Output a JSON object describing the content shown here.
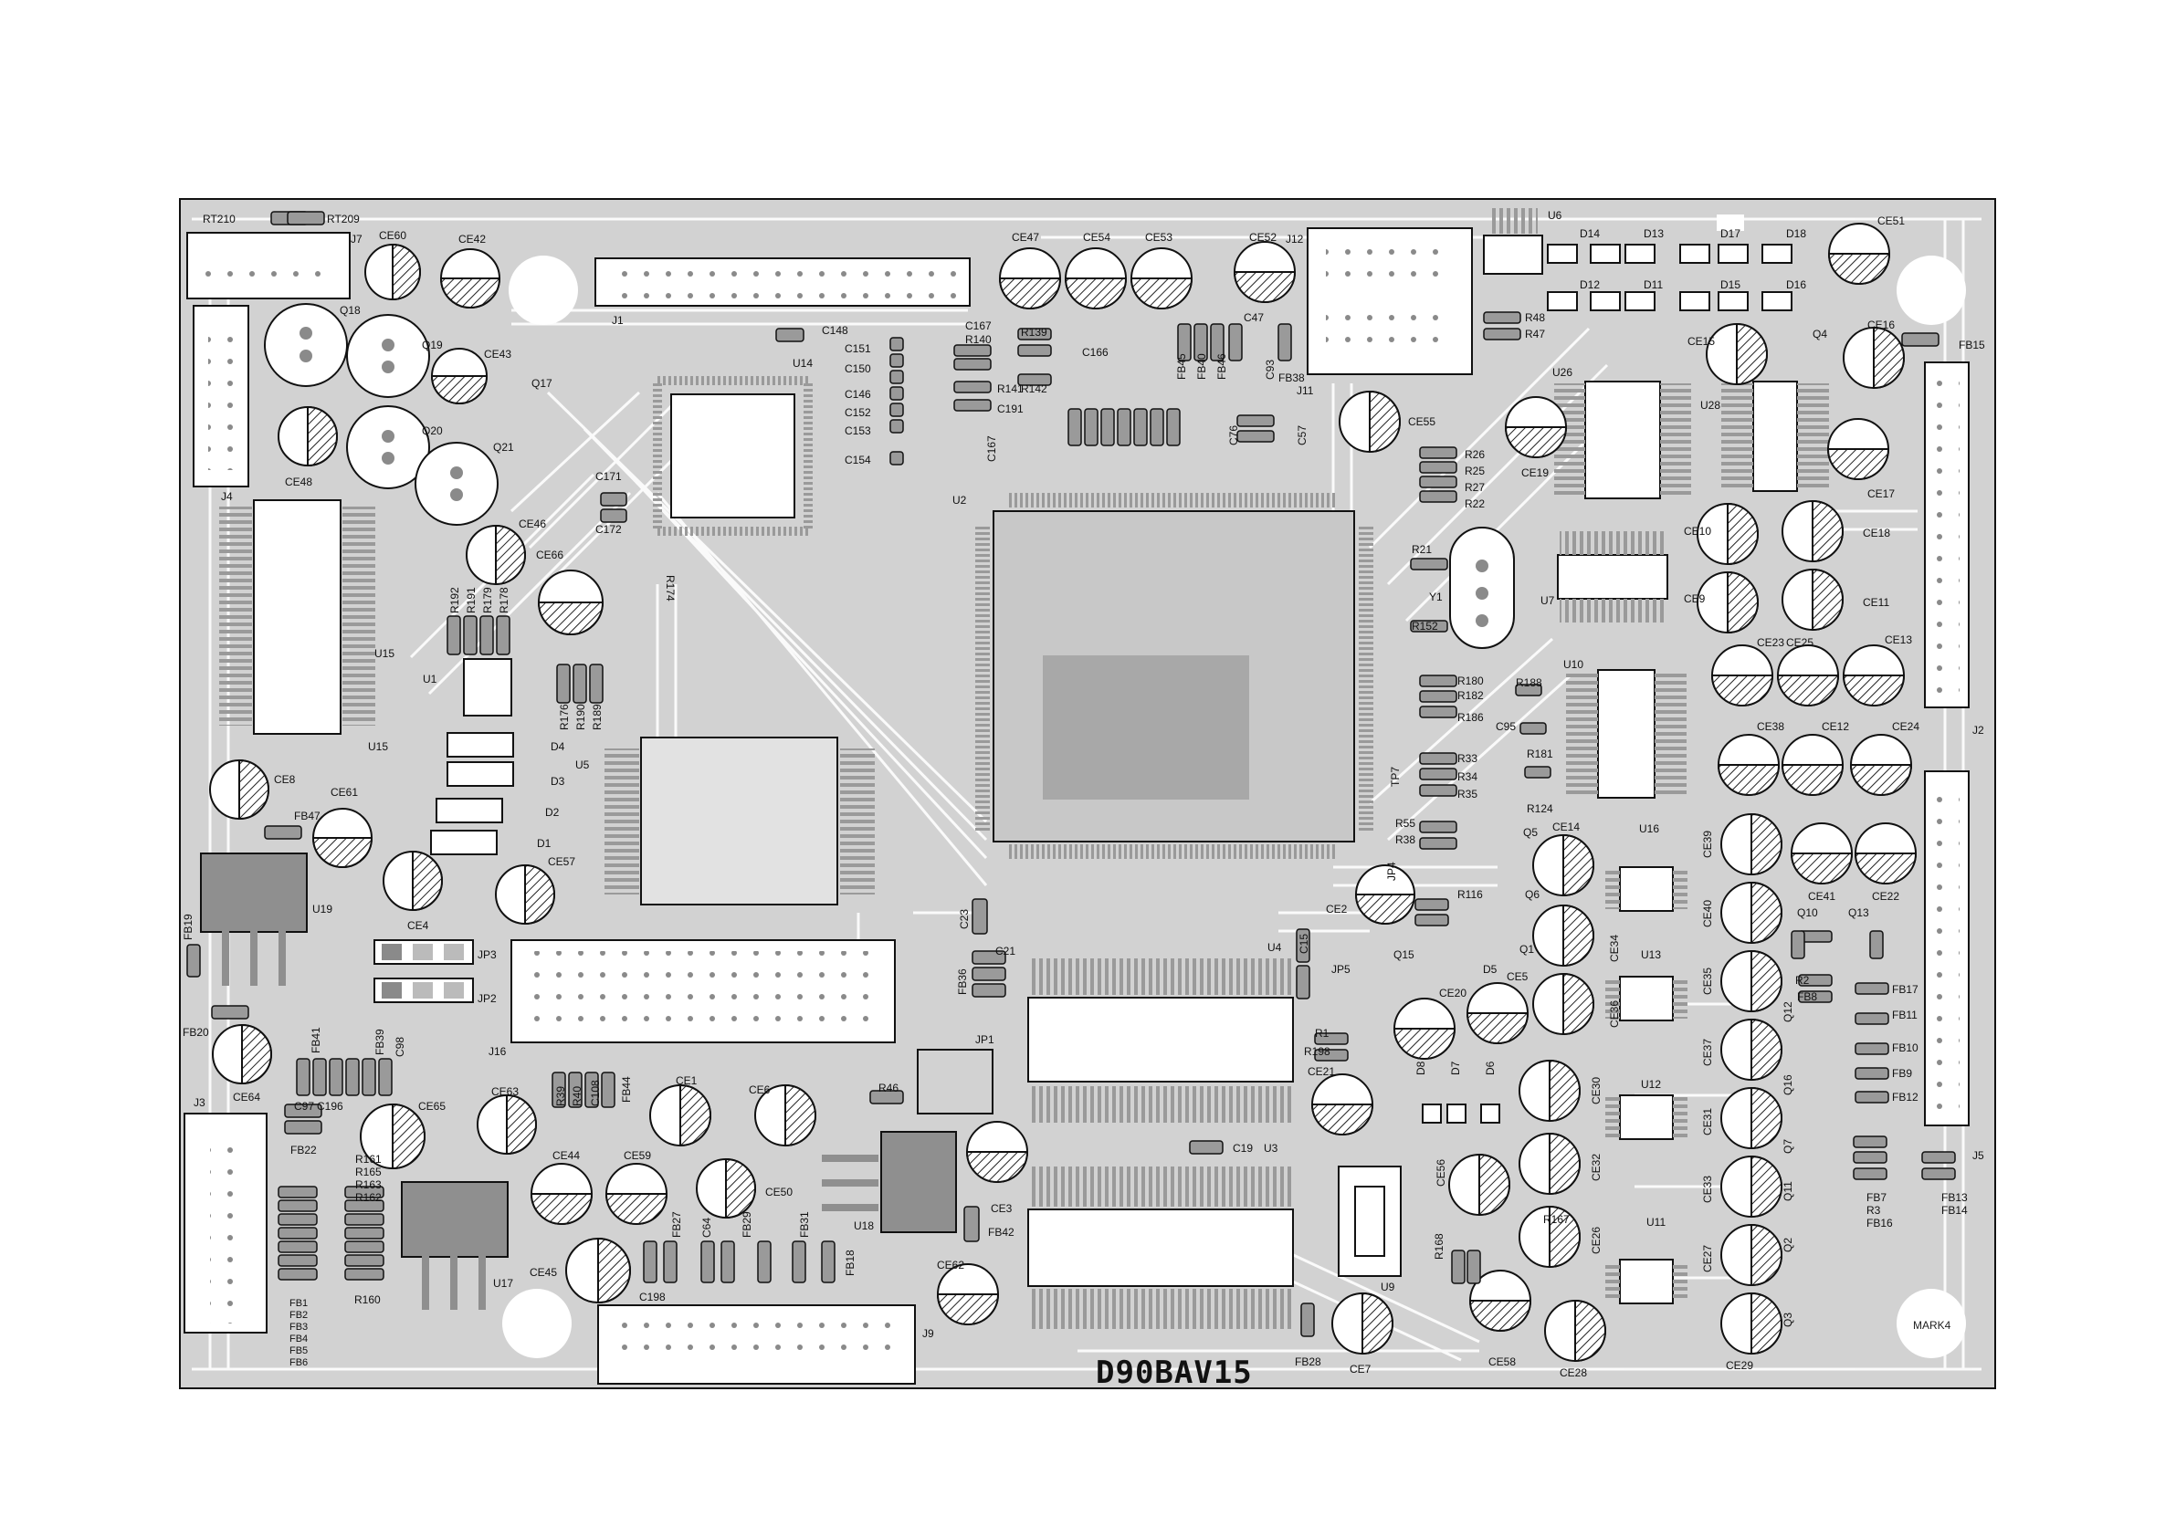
{
  "board": {
    "title": "D90BAV15",
    "marks": [
      "MARK4"
    ],
    "colors": {
      "board": "#d2d2d2",
      "trace": "#ffffff",
      "pad": "#9a9a9a",
      "silk": "#111111",
      "ic": "#8f8f8f"
    }
  },
  "labels": {
    "rt210": "RT210",
    "rt209": "RT209",
    "j7": "J7",
    "j4": "J4",
    "j3": "J3",
    "j1": "J1",
    "j9": "J9",
    "j12": "J12",
    "j11": "J11",
    "j2": "J2",
    "j5": "J5",
    "j16": "J16",
    "ce60": "CE60",
    "ce42": "CE42",
    "ce43": "CE43",
    "ce48": "CE48",
    "ce46": "CE46",
    "ce66": "CE66",
    "ce8": "CE8",
    "ce61": "CE61",
    "ce4": "CE4",
    "ce57": "CE57",
    "ce64": "CE64",
    "ce65": "CE65",
    "ce63": "CE63",
    "ce44": "CE44",
    "ce59": "CE59",
    "ce45": "CE45",
    "ce1": "CE1",
    "ce6": "CE6",
    "ce50": "CE50",
    "ce3": "CE3",
    "ce62": "CE62",
    "ce47": "CE47",
    "ce54": "CE54",
    "ce53": "CE53",
    "ce52": "CE52",
    "ce55": "CE55",
    "ce51": "CE51",
    "ce15": "CE15",
    "ce16": "CE16",
    "ce17": "CE17",
    "ce19": "CE19",
    "ce10": "CE10",
    "ce9": "CE9",
    "ce18": "CE18",
    "ce11": "CE11",
    "ce23": "CE23",
    "ce25": "CE25",
    "ce13": "CE13",
    "ce38": "CE38",
    "ce12": "CE12",
    "ce24": "CE24",
    "ce41": "CE41",
    "ce22": "CE22",
    "ce39": "CE39",
    "ce40": "CE40",
    "ce35": "CE35",
    "ce37": "CE37",
    "ce31": "CE31",
    "ce33": "CE33",
    "ce27": "CE27",
    "ce29": "CE29",
    "ce14": "CE14",
    "ce2": "CE2",
    "ce20": "CE20",
    "ce5": "CE5",
    "ce34": "CE34",
    "ce36": "CE36",
    "ce30": "CE30",
    "ce32": "CE32",
    "ce26": "CE26",
    "ce28": "CE28",
    "ce58": "CE58",
    "ce56": "CE56",
    "ce21": "CE21",
    "ce7": "CE7",
    "q18": "Q18",
    "q19": "Q19",
    "q20": "Q20",
    "q21": "Q21",
    "q17": "Q17",
    "q4": "Q4",
    "q5": "Q5",
    "q6": "Q6",
    "q1": "Q1",
    "q15": "Q15",
    "q10": "Q10",
    "q13": "Q13",
    "q12": "Q12",
    "q16": "Q16",
    "q7": "Q7",
    "q11": "Q11",
    "q2": "Q2",
    "q3": "Q3",
    "u14": "U14",
    "u2": "U2",
    "u1": "U1",
    "u15": "U15",
    "u5": "U5",
    "u19": "U19",
    "u17": "U17",
    "u18": "U18",
    "u4": "U4",
    "u3": "U3",
    "u6": "U6",
    "u26": "U26",
    "u28": "U28",
    "u7": "U7",
    "u10": "U10",
    "u16": "U16",
    "u13": "U13",
    "u12": "U12",
    "u11": "U11",
    "u9": "U9",
    "d14": "D14",
    "d13": "D13",
    "d17": "D17",
    "d18": "D18",
    "d12": "D12",
    "d11": "D11",
    "d15": "D15",
    "d16": "D16",
    "d4": "D4",
    "d3": "D3",
    "d2": "D2",
    "d1": "D1",
    "d5": "D5",
    "d8": "D8",
    "d7": "D7",
    "d6": "D6",
    "c148": "C148",
    "c151": "C151",
    "c150": "C150",
    "c146": "C146",
    "c152": "C152",
    "c153": "C153",
    "c154": "C154",
    "c171": "C171",
    "c172": "C172",
    "c167": "C167",
    "r140": "R140",
    "r139": "R139",
    "c166": "C166",
    "r141": "R141",
    "r142": "R142",
    "c191": "C191",
    "c47": "C47",
    "fb38": "FB38",
    "fb45": "FB45",
    "fb40": "FB40",
    "fb46": "FB46",
    "c93": "C93",
    "c76": "C76",
    "c57": "C57",
    "r26": "R26",
    "r25": "R25",
    "r27": "R27",
    "r22": "R22",
    "r48": "R48",
    "r47": "R47",
    "fb15": "FB15",
    "r21": "R21",
    "y1": "Y1",
    "r152": "R152",
    "r180": "R180",
    "r182": "R182",
    "r186": "R186",
    "r188": "R188",
    "c95": "C95",
    "r33": "R33",
    "r34": "R34",
    "r35": "R35",
    "r181": "R181",
    "r124": "R124",
    "r55": "R55",
    "r38": "R38",
    "r116": "R116",
    "jp4": "JP4",
    "c15": "C15",
    "jp5": "JP5",
    "r1": "R1",
    "r198": "R198",
    "r168": "R168",
    "r167": "R167",
    "fb28": "FB28",
    "r174": "R174",
    "r192": "R192",
    "r191": "R191",
    "r179": "R179",
    "r178": "R178",
    "r176": "R176",
    "r190": "R190",
    "r189": "R189",
    "fb47": "FB47",
    "fb19": "FB19",
    "fb20": "FB20",
    "jp3": "JP3",
    "jp2": "JP2",
    "fb41": "FB41",
    "fb39": "FB39",
    "c98": "C98",
    "c97": "C97",
    "c196": "C196",
    "fb22": "FB22",
    "r161": "R161",
    "r165": "R165",
    "r163": "R163",
    "r162": "R162",
    "r160": "R160",
    "fb1": "FB1",
    "fb2": "FB2",
    "fb3": "FB3",
    "fb4": "FB4",
    "fb5": "FB5",
    "fb6": "FB6",
    "r39": "R39",
    "r40": "R40",
    "c108": "C108",
    "fb44": "FB44",
    "r46": "R46",
    "jp1": "JP1",
    "c23": "C23",
    "c21": "C21",
    "fb36": "FB36",
    "c19": "C19",
    "fb42": "FB42",
    "fb27": "FB27",
    "c64": "C64",
    "fb29": "FB29",
    "fb31": "FB31",
    "fb18": "FB18",
    "c198": "C198",
    "tp7": "TP7",
    "r2": "R2",
    "fb8": "FB8",
    "fb17": "FB17",
    "fb11": "FB11",
    "fb10": "FB10",
    "fb9": "FB9",
    "fb12": "FB12",
    "fb7": "FB7",
    "r3": "R3",
    "fb16": "FB16",
    "fb13": "FB13",
    "fb14": "FB14"
  }
}
